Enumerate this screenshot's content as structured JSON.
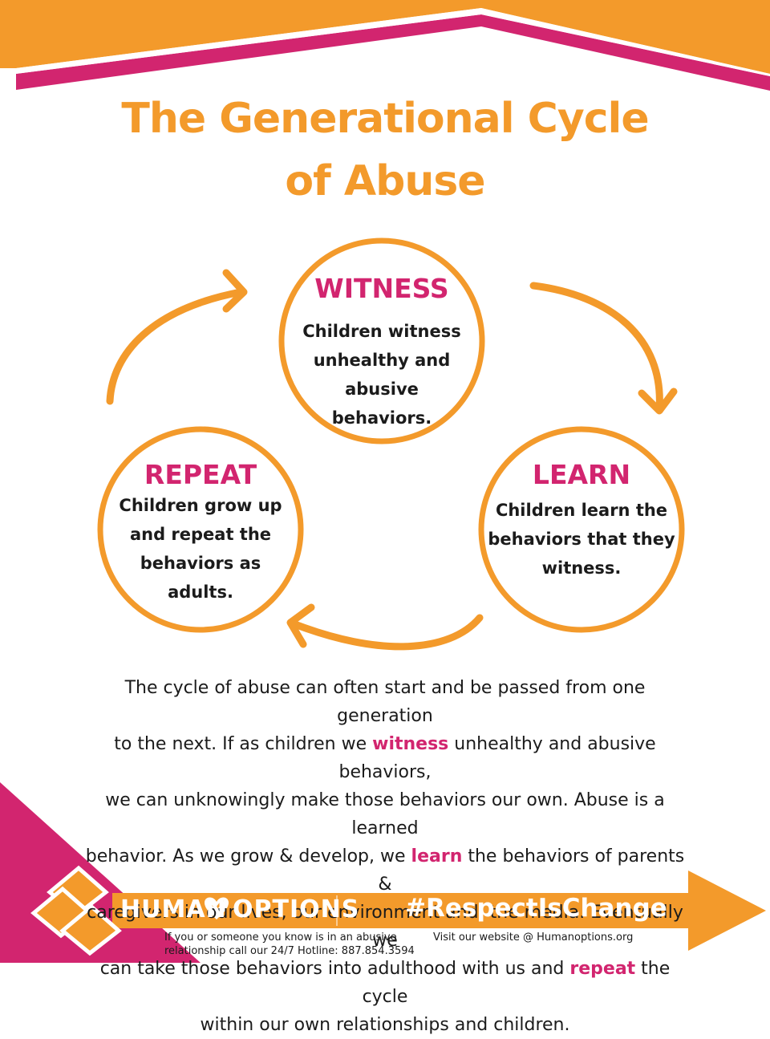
{
  "title": {
    "line1": "The Generational Cycle",
    "line2": "of Abuse"
  },
  "cycle": {
    "witness": {
      "heading": "WITNESS",
      "lines": [
        "Children witness",
        "unhealthy and",
        "abusive behaviors."
      ]
    },
    "learn": {
      "heading": "LEARN",
      "lines": [
        "Children learn the",
        "behaviors that they",
        "witness."
      ]
    },
    "repeat": {
      "heading": "REPEAT",
      "lines": [
        "Children grow up",
        "and repeat the",
        "behaviors as",
        "adults."
      ]
    }
  },
  "paragraph": {
    "l1": "The cycle of abuse can often start and be passed from one generation",
    "l2a": "to the next. If as children we ",
    "l2b": "witness",
    "l2c": " unhealthy and abusive behaviors,",
    "l3": "we can unknowingly make those behaviors our own. Abuse is a learned",
    "l4a": "behavior. As we grow & develop, we ",
    "l4b": "learn",
    "l4c": " the behaviors of parents &",
    "l5": "caregivers in our lives, our environment and, the media. Eventually we",
    "l6a": "can take those behaviors into adulthood with us and ",
    "l6b": "repeat",
    "l6c": " the cycle",
    "l7": "within our own relationships and children."
  },
  "footer": {
    "brand_left": "HUMAN",
    "brand_right": "OPTIONS",
    "hashtag": "#RespectIsChange",
    "hotline_l1": "If you or someone you know is in an abusive",
    "hotline_l2": "relationship call our 24/7 Hotline: 887.854.3594",
    "website": "Visit our website @ Humanoptions.org"
  },
  "colors": {
    "orange": "#f39a2b",
    "magenta": "#d2256f",
    "text": "#1b1b1b"
  },
  "icons": [
    "heart-logo-icon",
    "brand-mark-icon",
    "cycle-arrow-icon"
  ]
}
